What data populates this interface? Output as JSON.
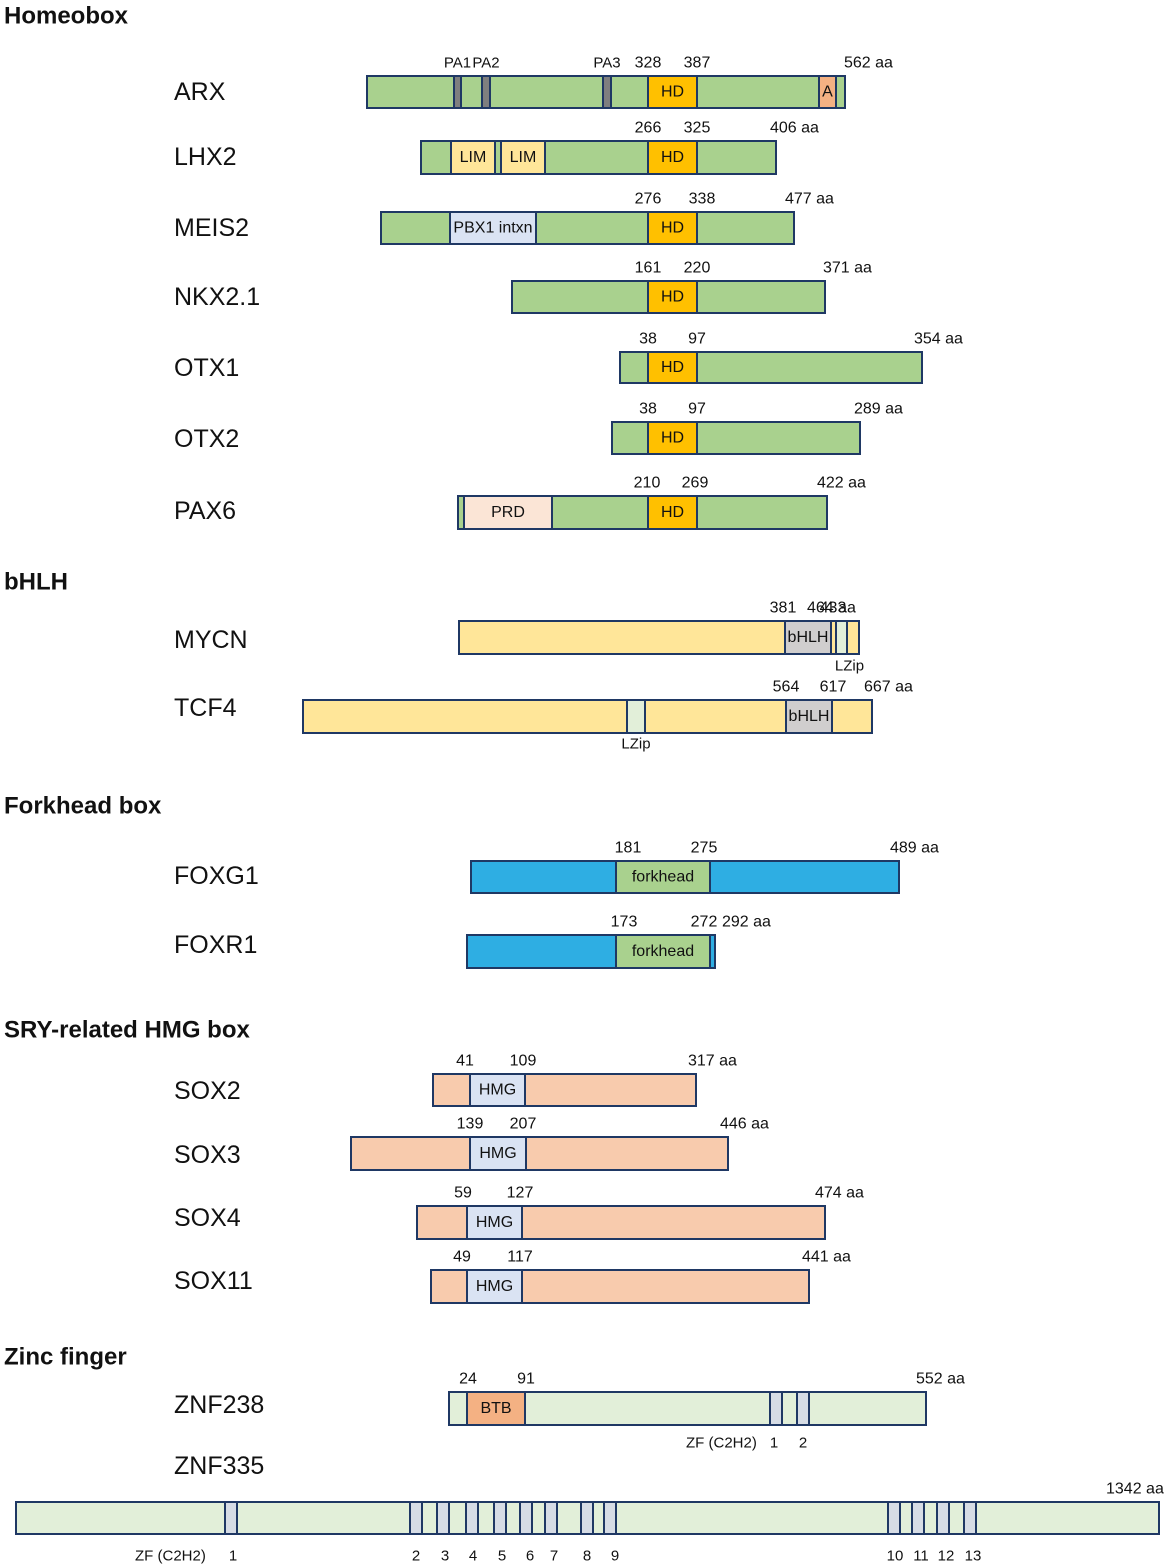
{
  "colors": {
    "homeobox": "#a9d18e",
    "bhlh": "#ffe699",
    "forkhead": "#2eaee3",
    "sox": "#f8cbad",
    "zinc": "#e2efd9",
    "outline": "#1f3864",
    "hd": "#ffc000",
    "lim": "#ffe699",
    "pbx": "#dae3f3",
    "prd": "#fbe5d6",
    "bhlh_domain": "#d0cece",
    "lzip": "#e2efd9",
    "forkhead_domain": "#a9d18e",
    "hmg": "#dae3f3",
    "btb": "#f4b183",
    "zf": "#d6dce5",
    "pa": "#7f7f7f",
    "arx_a": "#f4b183"
  },
  "families": [
    {
      "title": "Homeobox",
      "proteins": [
        {
          "name": "ARX",
          "length_label": "562 aa",
          "domains": [
            {
              "type": "pa",
              "label": "PA1"
            },
            {
              "type": "pa",
              "label": "PA2"
            },
            {
              "type": "pa",
              "label": "PA3"
            },
            {
              "type": "hd",
              "label": "HD",
              "start": "328",
              "end": "387"
            },
            {
              "type": "arx_a",
              "label": "A"
            }
          ]
        },
        {
          "name": "LHX2",
          "length_label": "406 aa",
          "domains": [
            {
              "type": "lim",
              "label": "LIM"
            },
            {
              "type": "lim",
              "label": "LIM"
            },
            {
              "type": "hd",
              "label": "HD",
              "start": "266",
              "end": "325"
            }
          ]
        },
        {
          "name": "MEIS2",
          "length_label": "477 aa",
          "domains": [
            {
              "type": "pbx",
              "label": "PBX1 intxn"
            },
            {
              "type": "hd",
              "label": "HD",
              "start": "276",
              "end": "338"
            }
          ]
        },
        {
          "name": "NKX2.1",
          "length_label": "371 aa",
          "domains": [
            {
              "type": "hd",
              "label": "HD",
              "start": "161",
              "end": "220"
            }
          ]
        },
        {
          "name": "OTX1",
          "length_label": "354 aa",
          "domains": [
            {
              "type": "hd",
              "label": "HD",
              "start": "38",
              "end": "97"
            }
          ]
        },
        {
          "name": "OTX2",
          "length_label": "289 aa",
          "domains": [
            {
              "type": "hd",
              "label": "HD",
              "start": "38",
              "end": "97"
            }
          ]
        },
        {
          "name": "PAX6",
          "length_label": "422 aa",
          "domains": [
            {
              "type": "prd",
              "label": "PRD"
            },
            {
              "type": "hd",
              "label": "HD",
              "start": "210",
              "end": "269"
            }
          ]
        }
      ]
    },
    {
      "title": "bHLH",
      "proteins": [
        {
          "name": "MYCN",
          "length_label": "464 aa",
          "domains": [
            {
              "type": "bhlh",
              "label": "bHLH",
              "start": "381",
              "end": "433"
            },
            {
              "type": "lzip",
              "label": "LZip"
            }
          ]
        },
        {
          "name": "TCF4",
          "length_label": "667 aa",
          "domains": [
            {
              "type": "lzip",
              "label": "LZip"
            },
            {
              "type": "bhlh",
              "label": "bHLH",
              "start": "564",
              "end": "617"
            }
          ]
        }
      ]
    },
    {
      "title": "Forkhead box",
      "proteins": [
        {
          "name": "FOXG1",
          "length_label": "489 aa",
          "domains": [
            {
              "type": "forkhead",
              "label": "forkhead",
              "start": "181",
              "end": "275"
            }
          ]
        },
        {
          "name": "FOXR1",
          "length_label": "292 aa",
          "domains": [
            {
              "type": "forkhead",
              "label": "forkhead",
              "start": "173",
              "end": "272"
            }
          ]
        }
      ]
    },
    {
      "title": "SRY-related HMG box",
      "proteins": [
        {
          "name": "SOX2",
          "length_label": "317 aa",
          "domains": [
            {
              "type": "hmg",
              "label": "HMG",
              "start": "41",
              "end": "109"
            }
          ]
        },
        {
          "name": "SOX3",
          "length_label": "446 aa",
          "domains": [
            {
              "type": "hmg",
              "label": "HMG",
              "start": "139",
              "end": "207"
            }
          ]
        },
        {
          "name": "SOX4",
          "length_label": "474 aa",
          "domains": [
            {
              "type": "hmg",
              "label": "HMG",
              "start": "59",
              "end": "127"
            }
          ]
        },
        {
          "name": "SOX11",
          "length_label": "441 aa",
          "domains": [
            {
              "type": "hmg",
              "label": "HMG",
              "start": "49",
              "end": "117"
            }
          ]
        }
      ]
    },
    {
      "title": "Zinc finger",
      "proteins": [
        {
          "name": "ZNF238",
          "length_label": "552 aa",
          "domains": [
            {
              "type": "btb",
              "label": "BTB",
              "start": "24",
              "end": "91"
            }
          ],
          "zf_label": "ZF (C2H2)",
          "zf_numbers": [
            "1",
            "2"
          ]
        },
        {
          "name": "ZNF335",
          "length_label": "1342 aa",
          "zf_label": "ZF (C2H2)",
          "zf_numbers": [
            "1",
            "2",
            "3",
            "4",
            "5",
            "6",
            "7",
            "8",
            "9",
            "10",
            "11",
            "12",
            "13"
          ]
        }
      ]
    }
  ]
}
